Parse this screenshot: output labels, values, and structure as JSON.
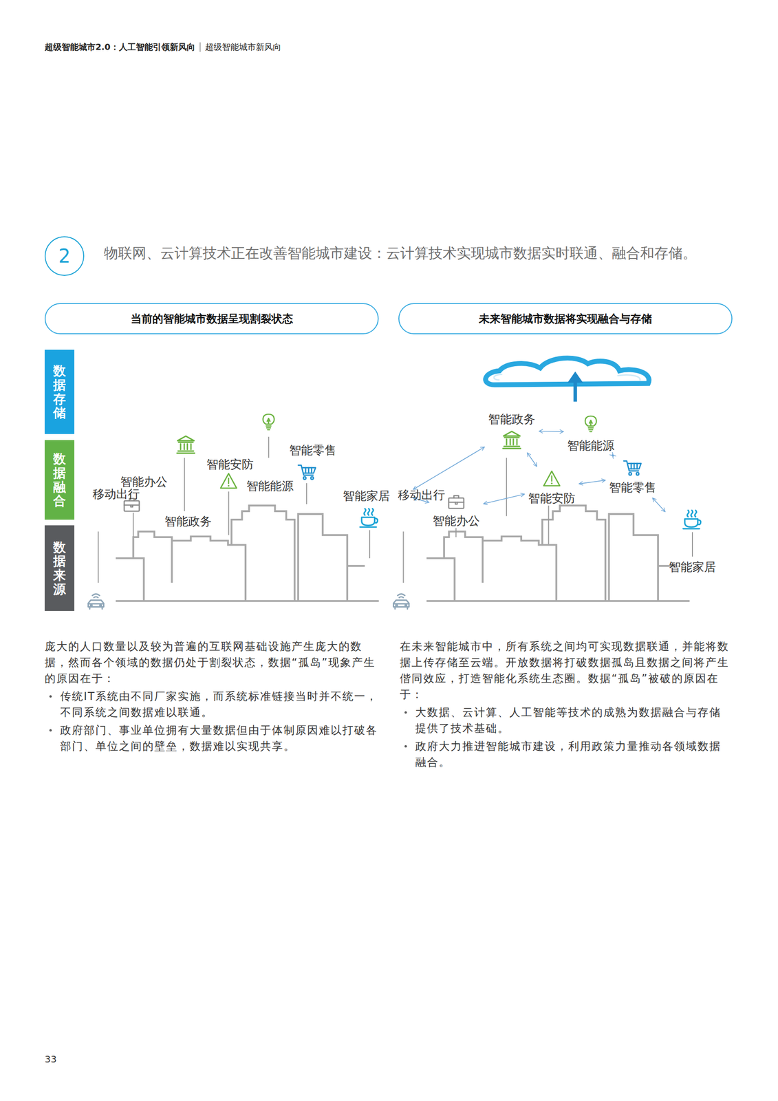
{
  "diagram": {
    "title": "物联网、云计算技术正在改善智能城市建设：云计算技术实现城市数据实时联通、融合和存储。",
    "nodes": [
      {
        "text": [
          "2"
        ]
      },
      {
        "text": [
          "当前的智能城市数据呈现割裂状态"
        ]
      },
      {
        "text": [
          "未来智能城市数据将实现融合与存储"
        ]
      },
      {
        "text": [
          "数据存储"
        ]
      },
      {
        "text": [
          "数据融合"
        ]
      },
      {
        "text": [
          "数据来源"
        ]
      },
      {
        "text": [
          "移动出行"
        ]
      },
      {
        "text": [
          "智能政务"
        ]
      },
      {
        "text": [
          "智能能源"
        ]
      },
      {
        "text": [
          "智能零售"
        ]
      },
      {
        "text": [
          "智能安防"
        ]
      },
      {
        "text": [
          "智能办公"
        ]
      },
      {
        "text": [
          "智能家居"
        ]
      }
    ],
    "edges": [
      {
        "from": 6,
        "to": 7,
        "arrow": "both"
      },
      {
        "from": 6,
        "to": 11,
        "arrow": "both"
      },
      {
        "from": 11,
        "to": 10,
        "arrow": "both"
      },
      {
        "from": 7,
        "to": 8,
        "arrow": "both"
      },
      {
        "from": 7,
        "to": 10,
        "arrow": "both"
      },
      {
        "from": 8,
        "to": 9,
        "arrow": "both"
      },
      {
        "from": 10,
        "to": 9,
        "arrow": "both"
      },
      {
        "from": 9,
        "to": 12,
        "arrow": "both"
      }
    ],
    "labels": [
      "超级智能城市2.0：人工智能引领新风向",
      "超级智能城市新风向",
      "移动出行",
      "智能办公",
      "智能政务",
      "智能安防",
      "智能能源",
      "智能零售",
      "智能家居",
      "庞大的人口数量以及较为普遍的互联网基础设施产生庞大的数据，然而各个领域的数据仍处于割裂状态，数据“孤岛”现象产生的原因在于：",
      "传统IT系统由不同厂家实施，而系统标准链接当时并不统一，不同系统之间数据难以联通。",
      "政府部门、事业单位拥有大量数据但由于体制原因难以打破各部门、单位之间的壁垒，数据难以实现共享。",
      "在未来智能城市中，所有系统之间均可实现数据联通，并能将数据上传存储至云端。开放数据将打破数据孤岛且数据之间将产生偕同效应，打造智能化系统生态圈。数据“孤岛”被破的原因在于：",
      "大数据、云计算、人工智能等技术的成熟为数据融合与存储提供了技术基础。",
      "政府大力推进智能城市建设，利用政策力量推动各领域数据融合。",
      "33"
    ]
  }
}
